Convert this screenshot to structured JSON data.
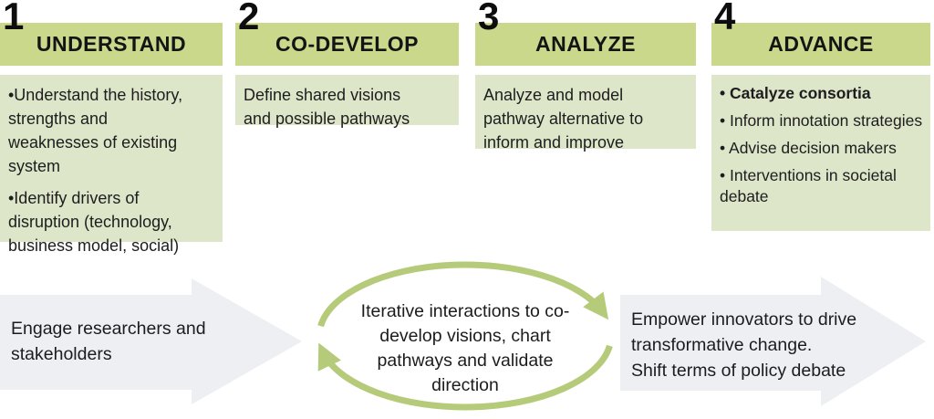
{
  "columns": [
    {
      "number": "1",
      "title": "UNDERSTAND",
      "items": [
        {
          "text": "•Understand the history, strengths and weaknesses of existing system"
        },
        {
          "text": "•Identify drivers of disruption (technology, business model, social)"
        }
      ]
    },
    {
      "number": "2",
      "title": "CO-DEVELOP",
      "items": [
        {
          "text": "Define shared visions and possible pathways"
        }
      ]
    },
    {
      "number": "3",
      "title": "ANALYZE",
      "items": [
        {
          "text": "Analyze and model pathway alternative to inform and improve"
        }
      ]
    },
    {
      "number": "4",
      "title": "ADVANCE",
      "items": [
        {
          "text": "• Catalyze consortia"
        },
        {
          "text": "• Inform innotation strategies"
        },
        {
          "text": "• Advise decision makers"
        },
        {
          "text": "• Interventions in societal debate"
        }
      ]
    }
  ],
  "flow": {
    "left_arrow_text": "Engage researchers and stakeholders",
    "cycle_text": "Iterative interactions to co-develop visions, chart pathways and validate direction",
    "right_arrow_text_1": "Empower innovators to drive transformative change.",
    "right_arrow_text_2": "Shift terms of policy debate"
  },
  "colors": {
    "header_green": "#cad88c",
    "box_green": "#dde6c8",
    "cycle_green": "#b6cb7a",
    "arrow_gray": "#edeff2",
    "text_dark": "#1d1d1f"
  }
}
